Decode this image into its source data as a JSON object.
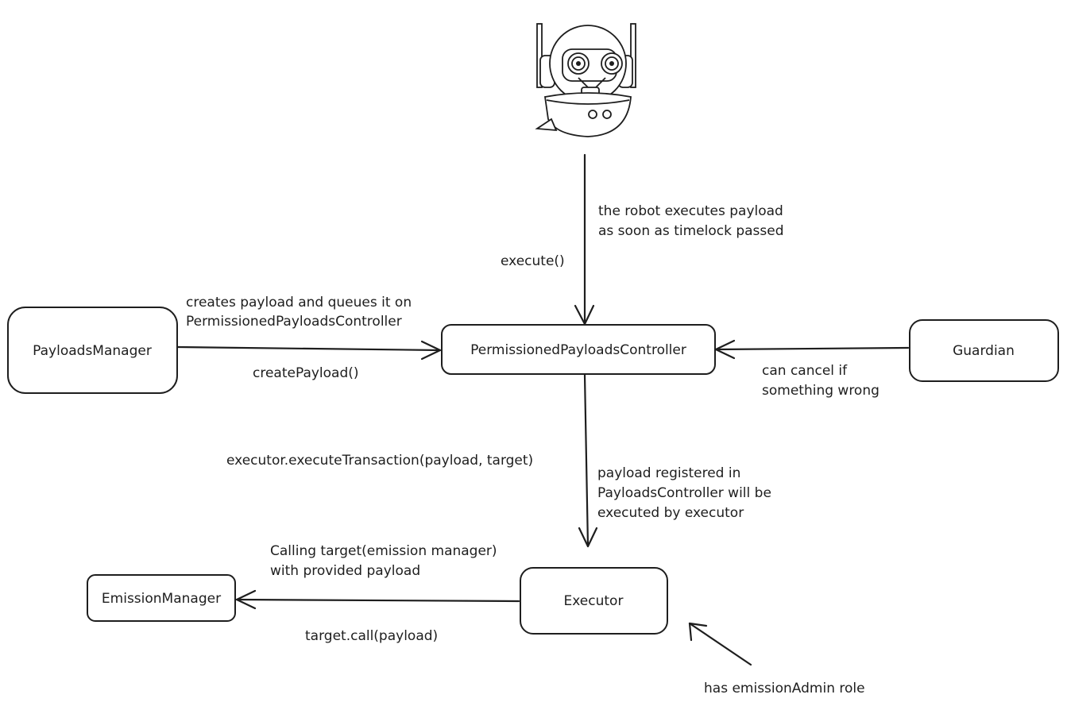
{
  "nodes": {
    "payloads_manager": "PayloadsManager",
    "permissioned_controller": "PermissionedPayloadsController",
    "guardian": "Guardian",
    "executor": "Executor",
    "emission_manager": "EmissionManager"
  },
  "edges": {
    "robot_to_controller": {
      "note_line1": "the robot executes payload",
      "note_line2": "as soon as timelock passed",
      "call": "execute()"
    },
    "manager_to_controller": {
      "note_line1": "creates payload and queues it on",
      "note_line2": "PermissionedPayloadsController",
      "call": "createPayload()"
    },
    "guardian_to_controller": {
      "note_line1": "can cancel if",
      "note_line2": "something wrong"
    },
    "controller_to_executor": {
      "call": "executor.executeTransaction(payload, target)",
      "note_line1": "payload registered in",
      "note_line2": "PayloadsController will be",
      "note_line3": "executed by executor"
    },
    "executor_to_emission": {
      "note_line1": "Calling target(emission manager)",
      "note_line2": "with provided payload",
      "call": "target.call(payload)"
    },
    "executor_role": {
      "note": "has emissionAdmin role"
    }
  }
}
